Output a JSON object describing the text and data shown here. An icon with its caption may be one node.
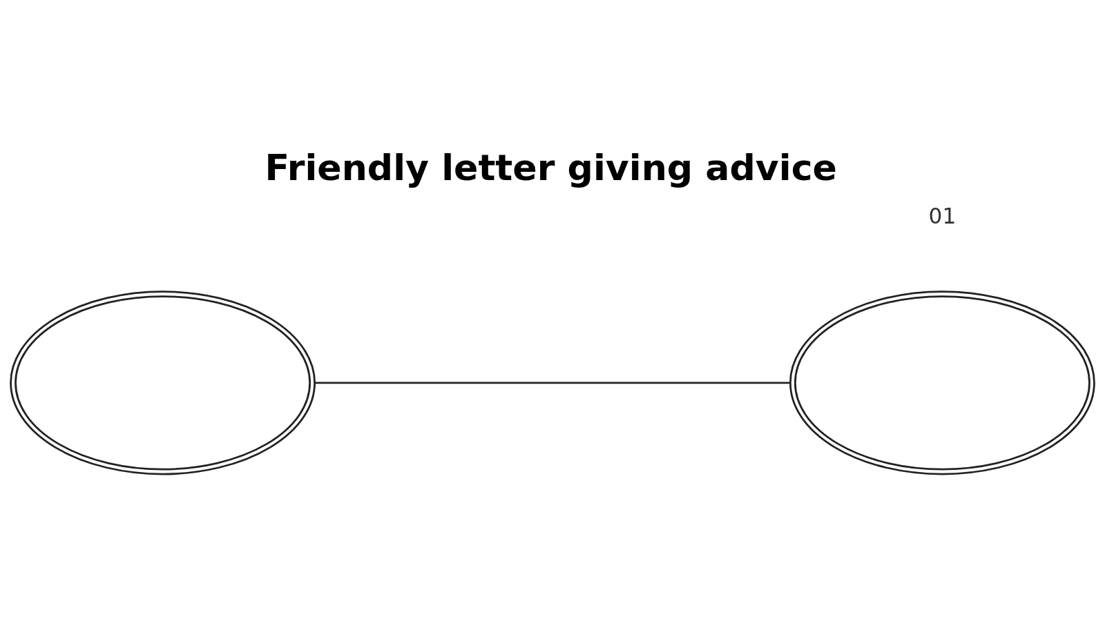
{
  "diagram": {
    "title": "Friendly letter giving advice",
    "nodes": [
      {
        "text": [],
        "shape": "ellipse"
      },
      {
        "text": [],
        "shape": "ellipse"
      }
    ],
    "edges": [
      {
        "from": 0,
        "to": 1,
        "arrow": "none"
      }
    ],
    "labels": [
      "01"
    ]
  }
}
